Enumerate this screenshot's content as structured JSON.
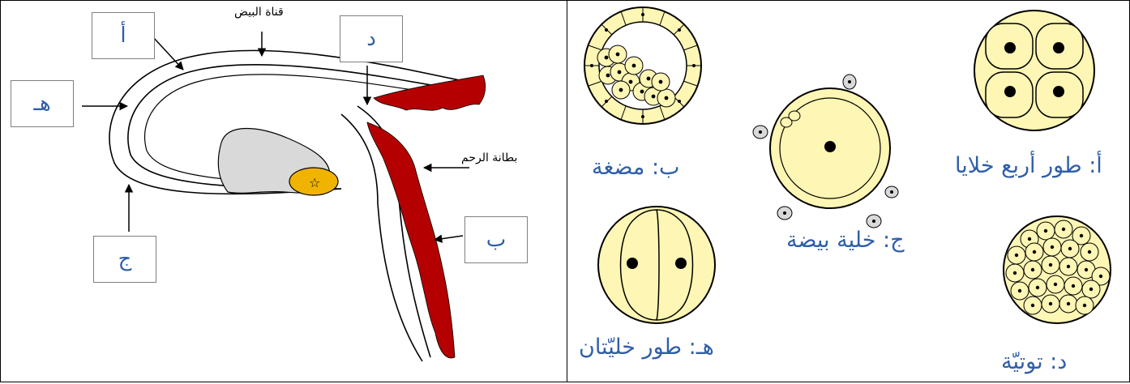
{
  "left": {
    "oviduct_label": "قناة البيض",
    "endometrium_label": "بطانة الرحم",
    "boxes": {
      "alef": "أ",
      "dal": "د",
      "ha": "هـ",
      "jim": "ج",
      "ba": "ب"
    }
  },
  "right": {
    "stages": {
      "four_cell": "أ: طور أربع خلايا",
      "blastocyst": "ب: مضغة",
      "egg": "ج: خلية بيضة",
      "morula": "د: توتيّة",
      "two_cell": "هـ: طور خليّتان"
    }
  },
  "colors": {
    "cell_fill": "#fdf6b4",
    "endometrium": "#b40000",
    "ovary": "#d9d9d9",
    "egg_outer": "#f0b400",
    "label_blue": "#2f5fa8"
  }
}
